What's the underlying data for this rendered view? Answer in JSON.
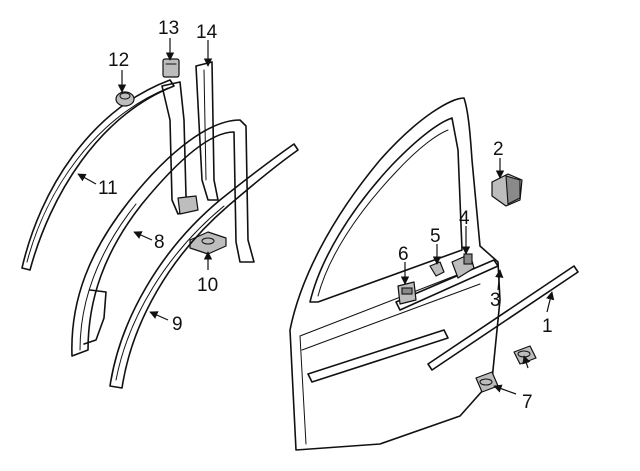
{
  "diagram": {
    "callouts": [
      {
        "id": "1",
        "label": "1"
      },
      {
        "id": "2",
        "label": "2"
      },
      {
        "id": "3",
        "label": "3"
      },
      {
        "id": "4",
        "label": "4"
      },
      {
        "id": "5",
        "label": "5"
      },
      {
        "id": "6",
        "label": "6"
      },
      {
        "id": "7",
        "label": "7"
      },
      {
        "id": "8",
        "label": "8"
      },
      {
        "id": "9",
        "label": "9"
      },
      {
        "id": "10",
        "label": "10"
      },
      {
        "id": "11",
        "label": "11"
      },
      {
        "id": "12",
        "label": "12"
      },
      {
        "id": "13",
        "label": "13"
      },
      {
        "id": "14",
        "label": "14"
      }
    ]
  }
}
